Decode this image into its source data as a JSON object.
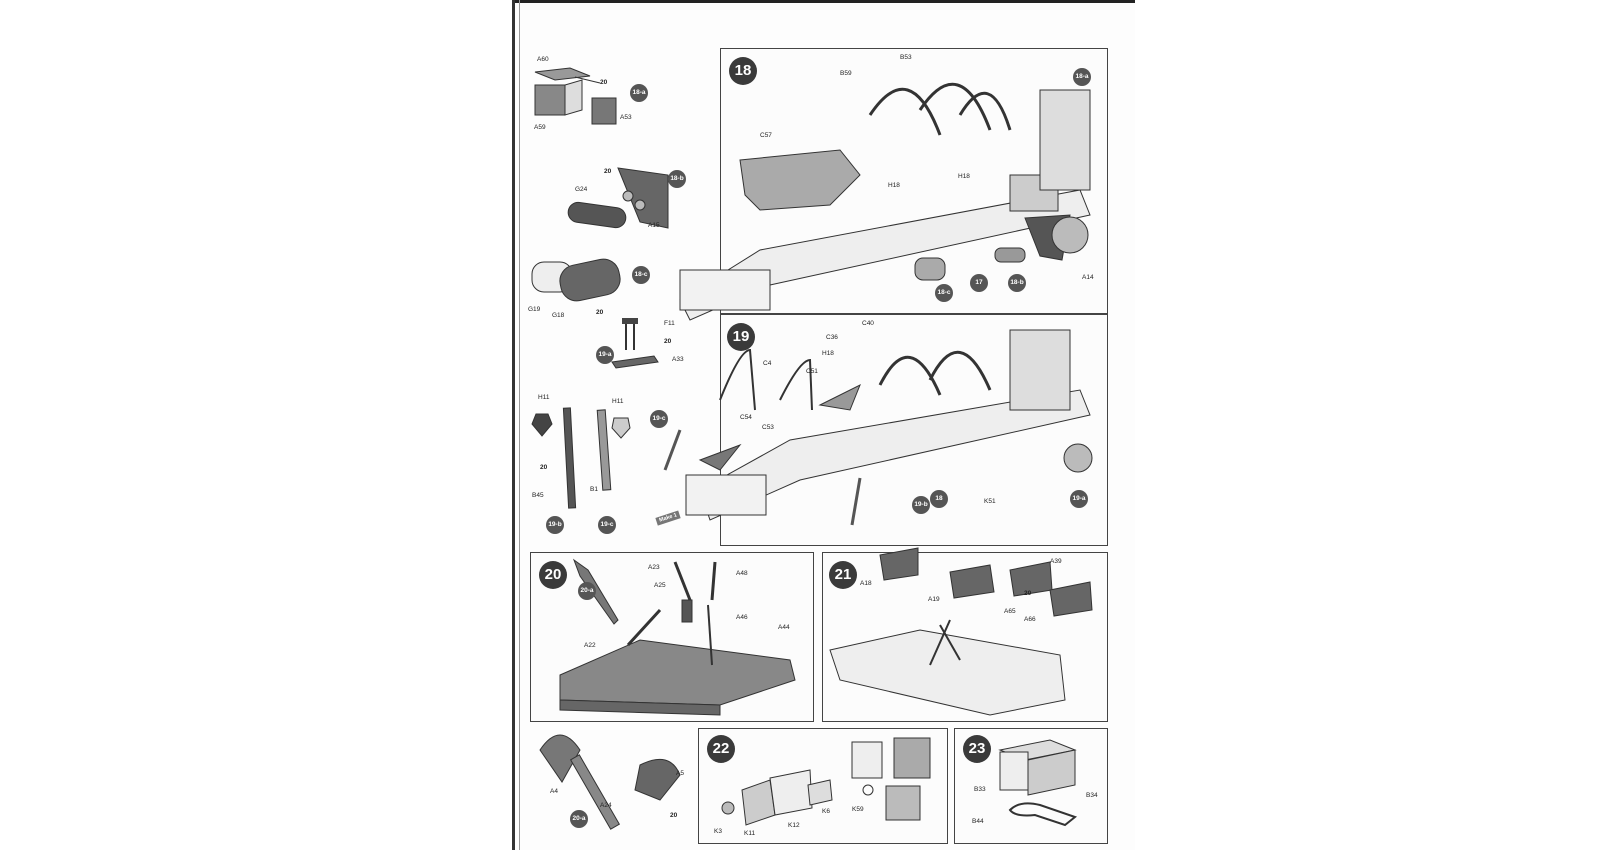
{
  "steps": {
    "s18": {
      "num": "18",
      "parts": [
        "B53",
        "B59",
        "C57",
        "H18",
        "H18",
        "17",
        "A14"
      ],
      "subs": [
        "18-a",
        "18-b",
        "18-c"
      ]
    },
    "s19": {
      "num": "19",
      "parts": [
        "C40",
        "C36",
        "H18",
        "C4",
        "C51",
        "C54",
        "C53",
        "K51",
        "18"
      ],
      "subs": [
        "19-c",
        "19-b",
        "19-a"
      ]
    },
    "s20": {
      "num": "20",
      "parts": [
        "A23",
        "A48",
        "A25",
        "A46",
        "A22",
        "A44"
      ],
      "subs": [
        "20-a"
      ]
    },
    "s21": {
      "num": "21",
      "parts": [
        "A18",
        "A19",
        "A39",
        "A65",
        "A66"
      ],
      "subs": [
        "20"
      ]
    },
    "s22": {
      "num": "22",
      "parts": [
        "K3",
        "K11",
        "K12",
        "K6",
        "K59"
      ]
    },
    "s23": {
      "num": "23",
      "parts": [
        "B33",
        "B34",
        "B44"
      ]
    }
  },
  "sub_18a": {
    "tag": "18-a",
    "parts": [
      "A60",
      "A59",
      "A53"
    ],
    "paint": "20"
  },
  "sub_18b": {
    "tag": "18-b",
    "parts": [
      "G24",
      "A15"
    ],
    "paint": "20"
  },
  "sub_18c": {
    "tag": "18-c",
    "parts": [
      "G19",
      "G18"
    ],
    "paint": "20"
  },
  "sub_19a": {
    "tag": "19-a",
    "parts": [
      "F11",
      "A33"
    ],
    "paint": "20"
  },
  "sub_19bc": {
    "tags": [
      "19-b",
      "19-c"
    ],
    "parts": [
      "H11",
      "H11",
      "B45",
      "B1"
    ],
    "paint": "20"
  },
  "sub_20a": {
    "tag": "20-a",
    "parts": [
      "A4",
      "A5",
      "A24"
    ],
    "paint": "20"
  },
  "callouts": {
    "warn": "Make 1"
  },
  "colors": {
    "ink": "#333333",
    "paper": "#fdfdfd",
    "tone": "#8a8a8a"
  }
}
